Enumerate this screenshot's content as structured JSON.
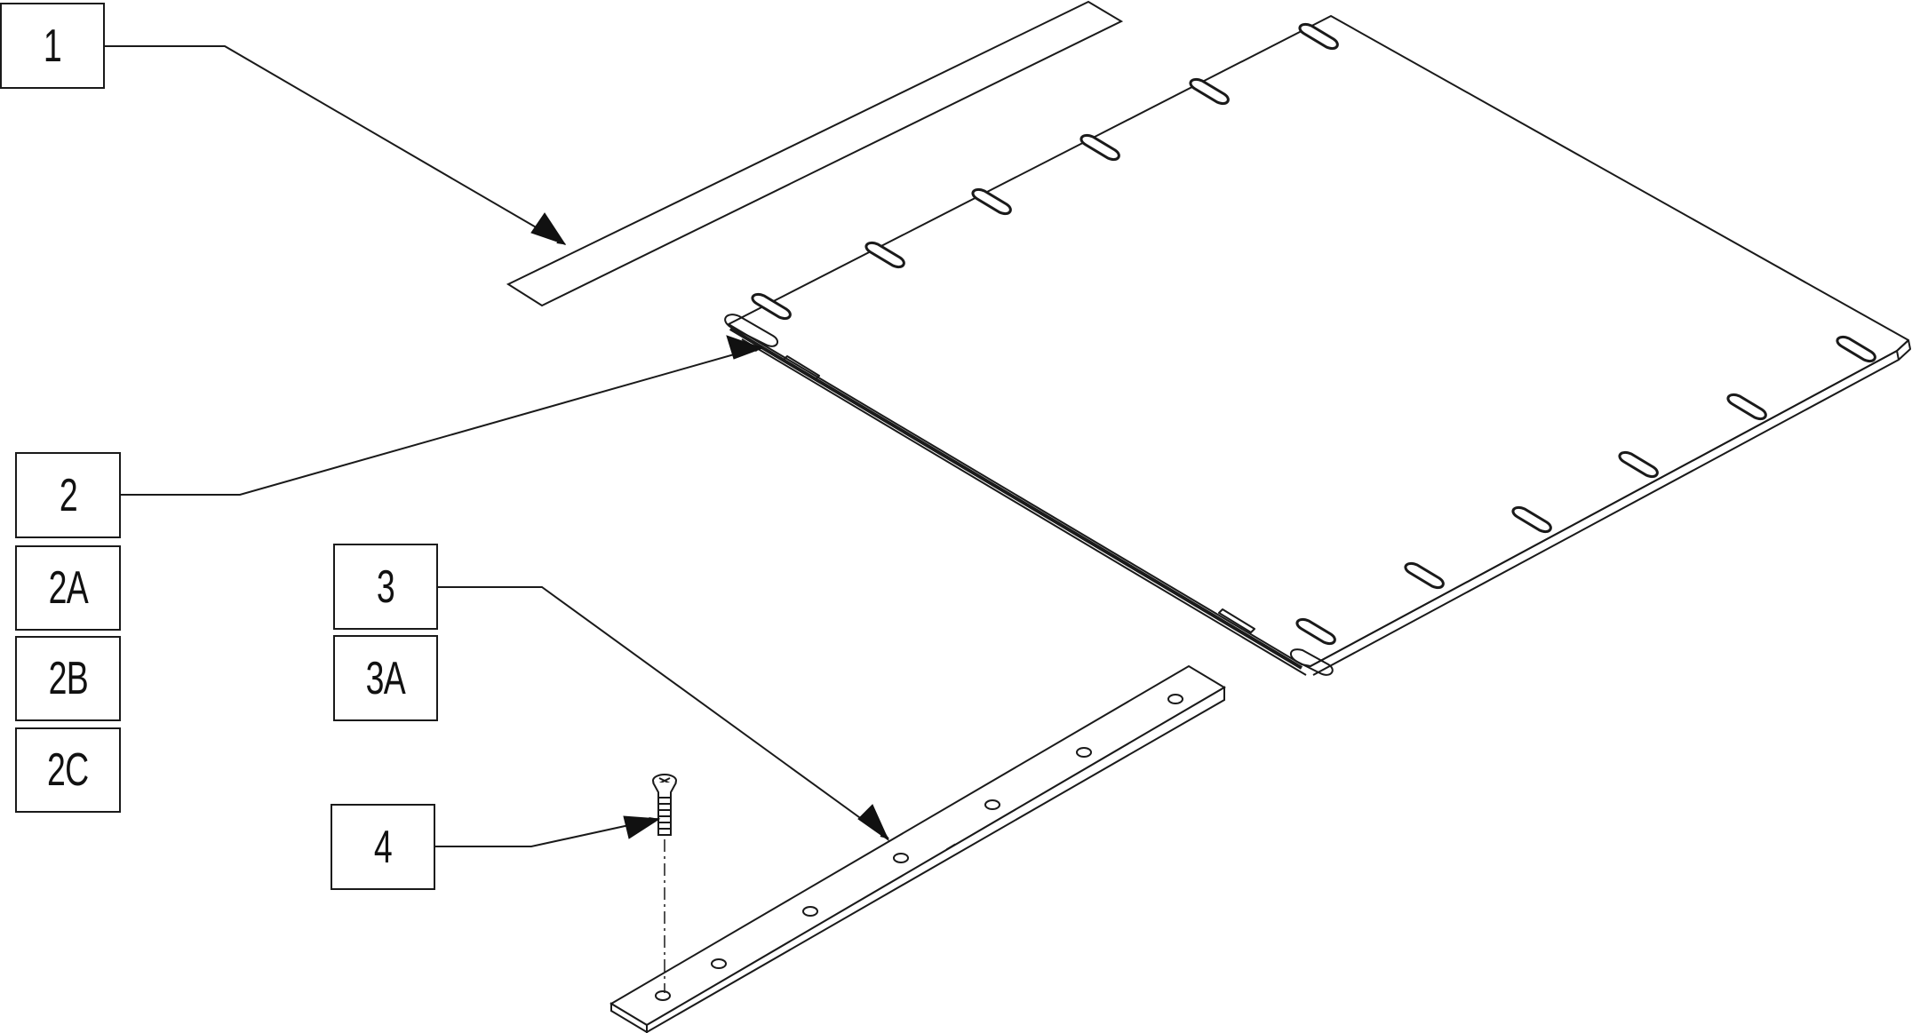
{
  "diagram": {
    "line_color": "#1a1a1a",
    "background": "#ffffff",
    "callouts": [
      {
        "id": "c1",
        "label": "1"
      },
      {
        "id": "c2",
        "label": "2"
      },
      {
        "id": "c2a",
        "label": "2A"
      },
      {
        "id": "c2b",
        "label": "2B"
      },
      {
        "id": "c2c",
        "label": "2C"
      },
      {
        "id": "c3",
        "label": "3"
      },
      {
        "id": "c3a",
        "label": "3A"
      },
      {
        "id": "c4",
        "label": "4"
      }
    ]
  }
}
